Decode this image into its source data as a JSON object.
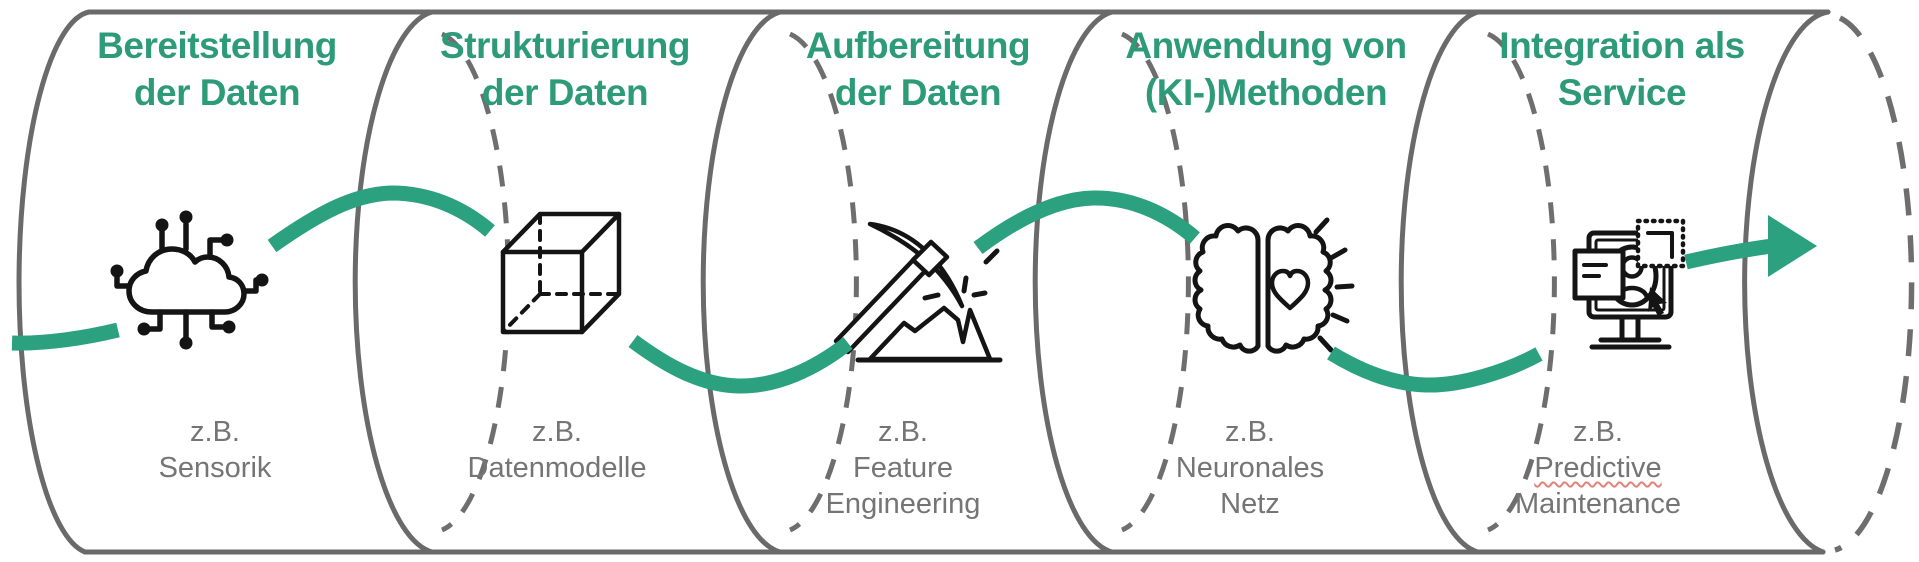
{
  "diagram": {
    "type": "process-pipeline-cylinder",
    "direction": "left-to-right",
    "colors": {
      "stage_title_green": "#2D9B77",
      "flow_wave_green": "#2BA180",
      "cylinder_gray": "#6A6A6A",
      "example_label_gray": "#757575",
      "icon_black": "#141414",
      "background": "#FFFFFF",
      "spellcheck_underline_red": "#E2837A"
    },
    "stages": [
      {
        "title": "Bereitstellung\nder Daten",
        "example_lines": [
          "z.B.",
          "Sensorik"
        ],
        "icon": "cloud-network-icon"
      },
      {
        "title": "Strukturierung\nder Daten",
        "example_lines": [
          "z.B.",
          "Datenmodelle"
        ],
        "icon": "data-cube-icon"
      },
      {
        "title": "Aufbereitung\nder Daten",
        "example_lines": [
          "z.B.",
          "Feature",
          "Engineering"
        ],
        "icon": "pickaxe-mining-icon"
      },
      {
        "title": "Anwendung von\n(KI-)Methoden",
        "example_lines": [
          "z.B.",
          "Neuronales",
          "Netz"
        ],
        "icon": "brain-heart-icon"
      },
      {
        "title": "Integration als\nService",
        "example_lines": [
          "z.B.",
          "Predictive",
          "Maintenance"
        ],
        "icon": "monitor-user-icon"
      }
    ],
    "flow": {
      "shape": "sine-wave",
      "arrowhead": "right"
    }
  }
}
